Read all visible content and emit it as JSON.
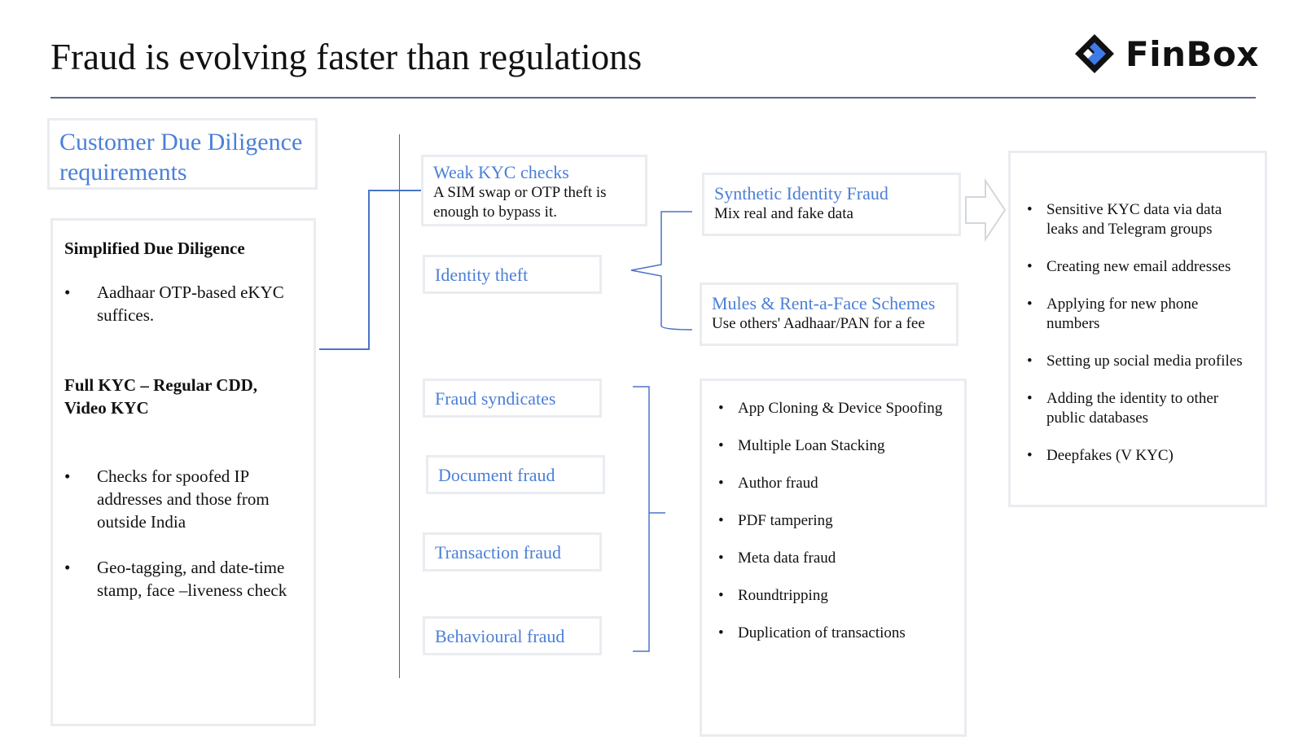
{
  "header": {
    "title": "Fraud is evolving faster than regulations",
    "brand": "FinBox"
  },
  "cdd": {
    "title": "Customer Due Diligence requirements",
    "simplified_heading": "Simplified Due Diligence",
    "simplified_bullets": [
      "Aadhaar OTP-based eKYC suffices."
    ],
    "full_heading": "Full KYC – Regular CDD, Video KYC",
    "full_bullets": [
      "Checks for spoofed IP addresses and those from outside India",
      "Geo-tagging, and date-time stamp, face –liveness check"
    ]
  },
  "fraud_types": {
    "weak_kyc": {
      "label": "Weak KYC checks",
      "desc": "A SIM swap or OTP theft is enough to bypass it."
    },
    "identity_theft": "Identity theft",
    "fraud_syndicates": "Fraud syndicates",
    "document_fraud": "Document fraud",
    "transaction_fraud": "Transaction fraud",
    "behavioural_fraud": "Behavioural fraud"
  },
  "identity_subtypes": {
    "synthetic": {
      "label": "Synthetic Identity Fraud",
      "desc": "Mix real and fake data"
    },
    "mules": {
      "label": "Mules & Rent-a-Face Schemes",
      "desc": "Use others' Aadhaar/PAN for a fee"
    }
  },
  "synthetic_steps": [
    "Sensitive KYC data  via data leaks and Telegram groups",
    "Creating new email addresses",
    "Applying for new phone numbers",
    "Setting up social media profiles",
    "Adding the identity to other public databases",
    "Deepfakes (V KYC)"
  ],
  "other_fraud_examples": [
    "App Cloning & Device Spoofing",
    "Multiple Loan Stacking",
    "Author fraud",
    "PDF tampering",
    "Meta data fraud",
    "Roundtripping",
    "Duplication of transactions"
  ],
  "colors": {
    "accent_blue": "#4b7fd8",
    "connector_blue": "#4b73c8",
    "box_border": "#e9ecf0",
    "rule": "#5c6b85"
  }
}
